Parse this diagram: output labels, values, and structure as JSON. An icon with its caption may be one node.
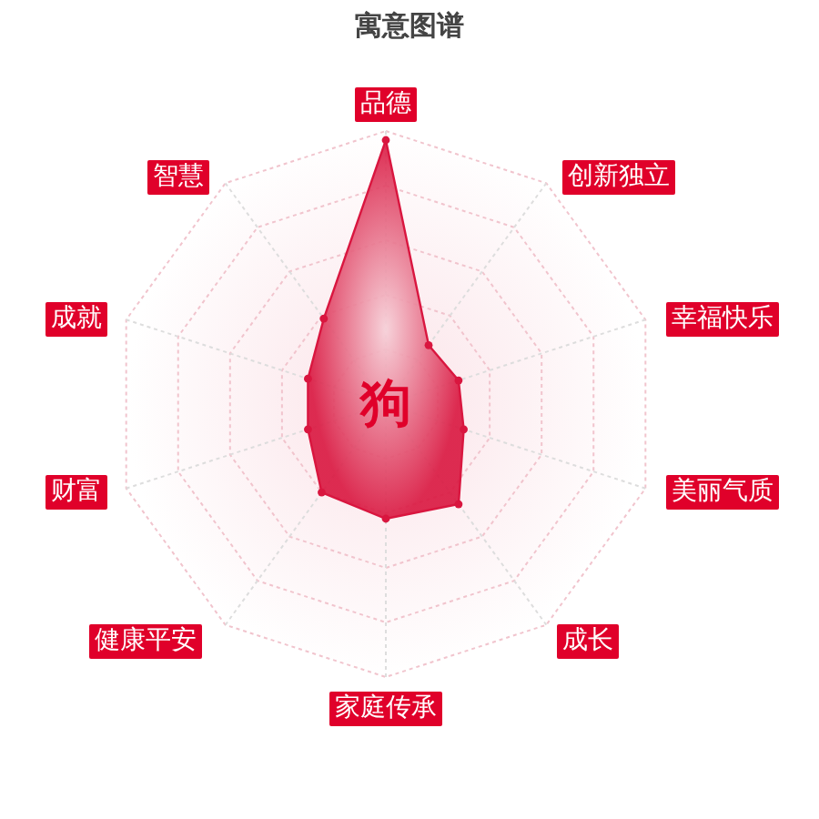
{
  "diagram": {
    "title": "寓意图谱",
    "labels": [
      "品德",
      "创新独立",
      "幸福快乐",
      "美丽气质",
      "成长",
      "家庭传承",
      "健康平安",
      "财富",
      "成就",
      "智慧",
      "狗"
    ]
  }
}
